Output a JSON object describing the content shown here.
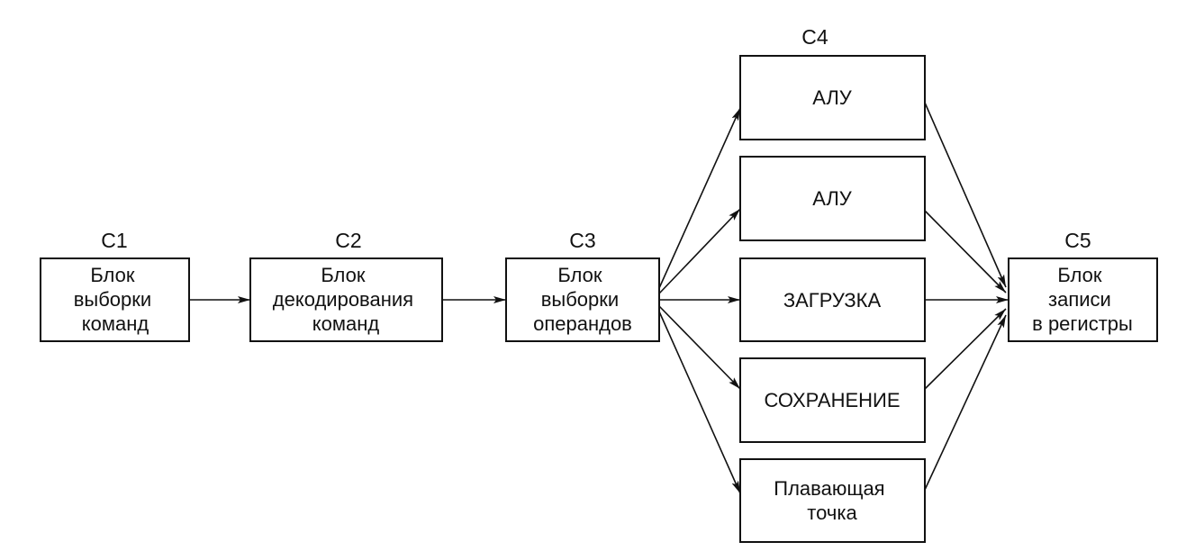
{
  "diagram": {
    "stages": [
      {
        "id": "s1",
        "label": "С1"
      },
      {
        "id": "s2",
        "label": "С2"
      },
      {
        "id": "s3",
        "label": "С3"
      },
      {
        "id": "s4",
        "label": "С4"
      },
      {
        "id": "s5",
        "label": "С5"
      }
    ],
    "blocks": [
      {
        "id": "fetch",
        "lines": [
          "Блок",
          "выборки",
          "команд"
        ]
      },
      {
        "id": "decode",
        "lines": [
          "Блок",
          "декодирования",
          "команд"
        ]
      },
      {
        "id": "operand",
        "lines": [
          "Блок",
          "выборки",
          "операндов"
        ]
      },
      {
        "id": "alu1",
        "lines": [
          "АЛУ"
        ]
      },
      {
        "id": "alu2",
        "lines": [
          "АЛУ"
        ]
      },
      {
        "id": "load",
        "lines": [
          "ЗАГРУЗКА"
        ]
      },
      {
        "id": "store",
        "lines": [
          "СОХРАНЕНИЕ"
        ]
      },
      {
        "id": "fpu",
        "lines": [
          "Плавающая",
          "точка"
        ]
      },
      {
        "id": "writeback",
        "lines": [
          "Блок",
          "записи",
          "в регистры"
        ]
      }
    ],
    "edges": [
      {
        "from": "fetch",
        "to": "decode"
      },
      {
        "from": "decode",
        "to": "operand"
      },
      {
        "from": "operand",
        "to": "alu1"
      },
      {
        "from": "operand",
        "to": "alu2"
      },
      {
        "from": "operand",
        "to": "load"
      },
      {
        "from": "operand",
        "to": "store"
      },
      {
        "from": "operand",
        "to": "fpu"
      },
      {
        "from": "alu1",
        "to": "writeback"
      },
      {
        "from": "alu2",
        "to": "writeback"
      },
      {
        "from": "load",
        "to": "writeback"
      },
      {
        "from": "store",
        "to": "writeback"
      },
      {
        "from": "fpu",
        "to": "writeback"
      }
    ]
  }
}
